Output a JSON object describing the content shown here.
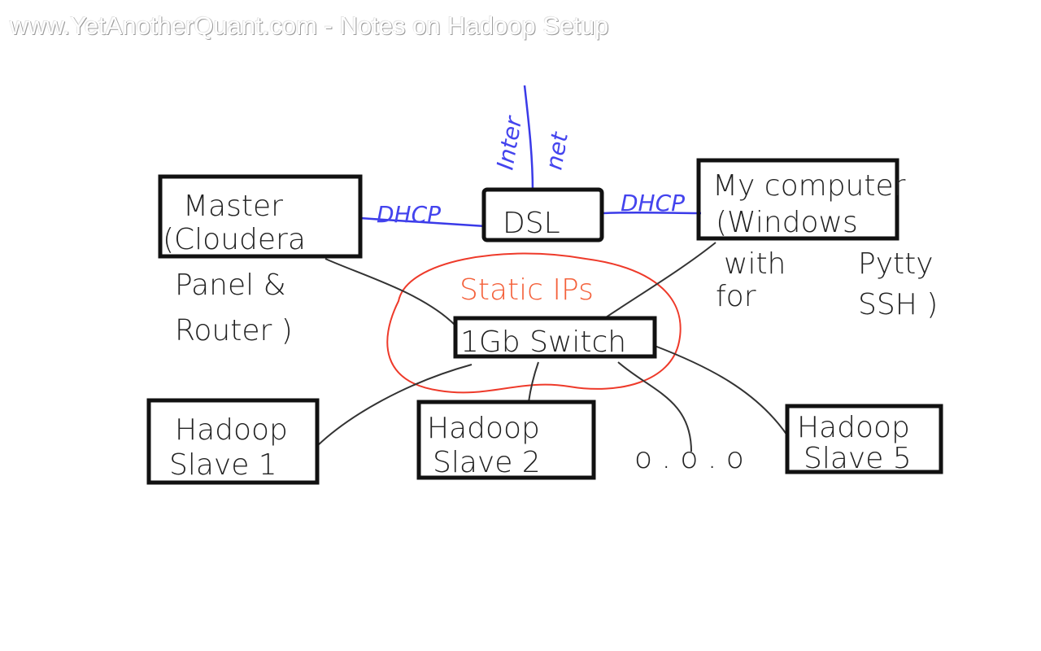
{
  "title": "www.YetAnotherQuant.com - Notes on Hadoop Setup",
  "internet": {
    "part1": "Inter",
    "part2": "net"
  },
  "dsl": {
    "label": "DSL"
  },
  "dhcp_left": "DHCP",
  "dhcp_right": "DHCP",
  "master": {
    "line1": "Master",
    "line2": "(Cloudera",
    "line3": "Panel &",
    "line4": "Router )"
  },
  "computer": {
    "line1": "My computer",
    "line2": "(Windows",
    "with": "with",
    "pytty": "Pytty",
    "for": "for",
    "ssh": "SSH )"
  },
  "static_ips": "Static IPs",
  "switch": {
    "label": "1Gb Switch"
  },
  "slaves": [
    {
      "line1": "Hadoop",
      "line2": "Slave 1"
    },
    {
      "line1": "Hadoop",
      "line2": "Slave 2"
    },
    {
      "line1": "Hadoop",
      "line2": "Slave 5"
    }
  ],
  "ellipsis": "o . o . o",
  "colors": {
    "ink": "#222222",
    "blue": "#3a3ae8",
    "static": "#f4603a",
    "cloud": "#ee3a2a"
  }
}
